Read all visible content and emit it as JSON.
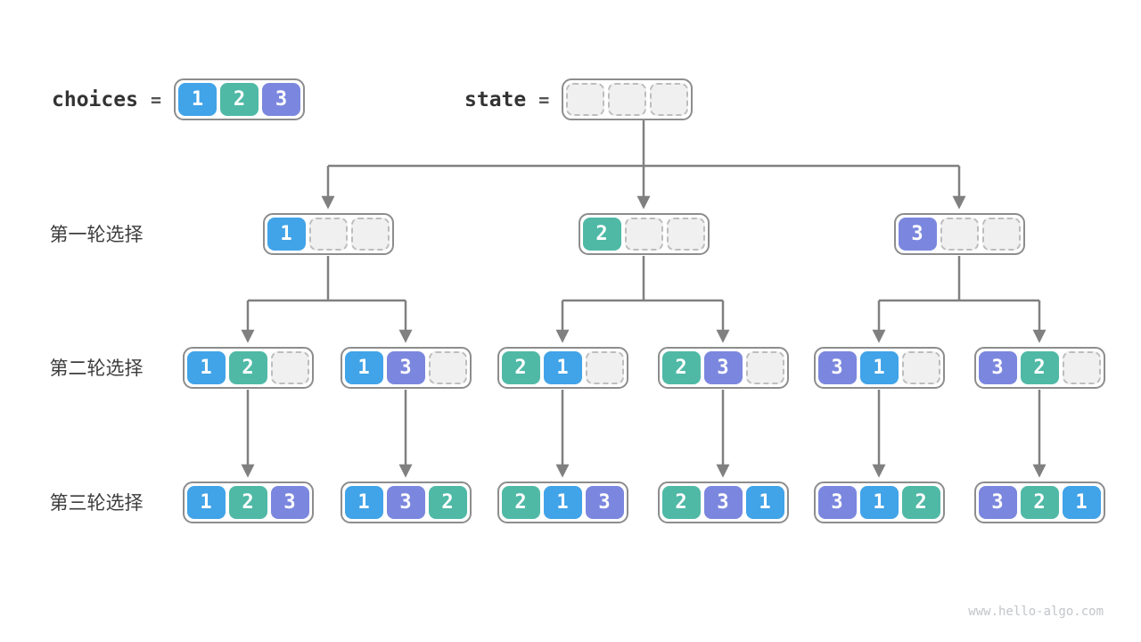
{
  "header": {
    "choices_label": "choices",
    "state_label": "state",
    "equals": "=",
    "choices_cells": [
      "1",
      "2",
      "3"
    ],
    "state_cells": [
      "",
      "",
      ""
    ]
  },
  "rows": [
    {
      "label": "第一轮选择",
      "nodes": [
        [
          "1",
          "",
          ""
        ],
        [
          "2",
          "",
          ""
        ],
        [
          "3",
          "",
          ""
        ]
      ]
    },
    {
      "label": "第二轮选择",
      "nodes": [
        [
          "1",
          "2",
          ""
        ],
        [
          "1",
          "3",
          ""
        ],
        [
          "2",
          "1",
          ""
        ],
        [
          "2",
          "3",
          ""
        ],
        [
          "3",
          "1",
          ""
        ],
        [
          "3",
          "2",
          ""
        ]
      ]
    },
    {
      "label": "第三轮选择",
      "nodes": [
        [
          "1",
          "2",
          "3"
        ],
        [
          "1",
          "3",
          "2"
        ],
        [
          "2",
          "1",
          "3"
        ],
        [
          "2",
          "3",
          "1"
        ],
        [
          "3",
          "1",
          "2"
        ],
        [
          "3",
          "2",
          "1"
        ]
      ]
    }
  ],
  "colors": {
    "1": "#41a3e8",
    "2": "#4fb9a6",
    "3": "#7b87de"
  },
  "arrow_color": "#808080",
  "watermark": "www.hello-algo.com"
}
